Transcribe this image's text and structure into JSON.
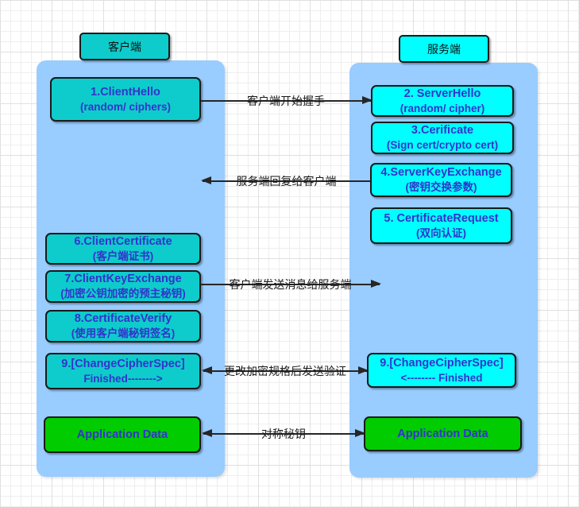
{
  "client": {
    "header": "客户端",
    "boxes": [
      {
        "title": "1.ClientHello",
        "subtitle": "(random/ ciphers)"
      },
      {
        "title": "6.ClientCertificate",
        "subtitle": "(客户端证书)"
      },
      {
        "title": "7.ClientKeyExchange",
        "subtitle": "(加密公钥加密的预主秘钥)"
      },
      {
        "title": "8.CertificateVerify",
        "subtitle": "(使用客户端秘钥签名)"
      },
      {
        "title": "9.[ChangeCipherSpec]",
        "subtitle": "Finished-------->"
      },
      {
        "title": "Application Data",
        "subtitle": ""
      }
    ]
  },
  "server": {
    "header": "服务端",
    "boxes": [
      {
        "title": "2. ServerHello",
        "subtitle": "(random/ cipher)"
      },
      {
        "title": "3.Cerificate",
        "subtitle": "(Sign cert/crypto cert)"
      },
      {
        "title": "4.ServerKeyExchange",
        "subtitle": "(密钥交换参数)"
      },
      {
        "title": "5. CertificateRequest",
        "subtitle": "(双向认证)"
      },
      {
        "title": "9.[ChangeCipherSpec]",
        "subtitle": "<-------- Finished"
      },
      {
        "title": "Application Data",
        "subtitle": ""
      }
    ]
  },
  "arrows": [
    {
      "label": "客户端开始握手",
      "direction": "right"
    },
    {
      "label": "服务端回复给客户端",
      "direction": "left"
    },
    {
      "label": "客户端发送消息给服务端",
      "direction": "right"
    },
    {
      "label": "更改加密规格后发送验证",
      "direction": "both"
    },
    {
      "label": "对称秘钥",
      "direction": "both"
    }
  ],
  "colors": {
    "lane": "#99CCFF",
    "client_box": "#0ECCCB",
    "server_box": "#00FFFF",
    "app_box": "#00CC00",
    "box_text": "#3333CC",
    "arrow": "#262626"
  }
}
